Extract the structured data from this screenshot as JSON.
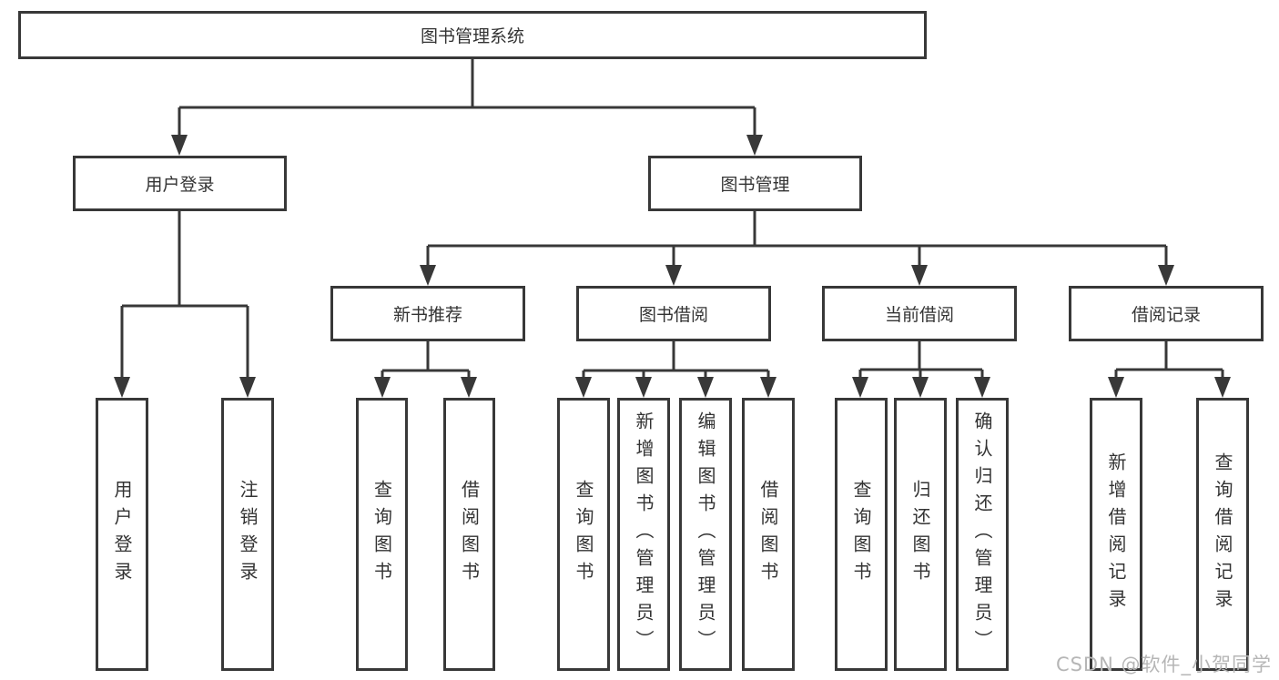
{
  "tree": {
    "root": {
      "label": "图书管理系统"
    },
    "branches": [
      {
        "label": "用户登录",
        "children": [
          {
            "label": "用户登录"
          },
          {
            "label": "注销登录"
          }
        ]
      },
      {
        "label": "图书管理",
        "children": [
          {
            "label": "新书推荐",
            "children": [
              {
                "label": "查询图书"
              },
              {
                "label": "借阅图书"
              }
            ]
          },
          {
            "label": "图书借阅",
            "children": [
              {
                "label": "查询图书"
              },
              {
                "label": "新增图书（管理员）"
              },
              {
                "label": "编辑图书（管理员）"
              },
              {
                "label": "借阅图书"
              }
            ]
          },
          {
            "label": "当前借阅",
            "children": [
              {
                "label": "查询图书"
              },
              {
                "label": "归还图书"
              },
              {
                "label": "确认归还（管理员）"
              }
            ]
          },
          {
            "label": "借阅记录",
            "children": [
              {
                "label": "新增借阅记录"
              },
              {
                "label": "查询借阅记录"
              }
            ]
          }
        ]
      }
    ],
    "watermark": "CSDN @软件_小贺同学"
  },
  "colors": {
    "border": "#383838",
    "text": "#333333",
    "watermark": "#b6b6b6",
    "background": "#ffffff"
  }
}
